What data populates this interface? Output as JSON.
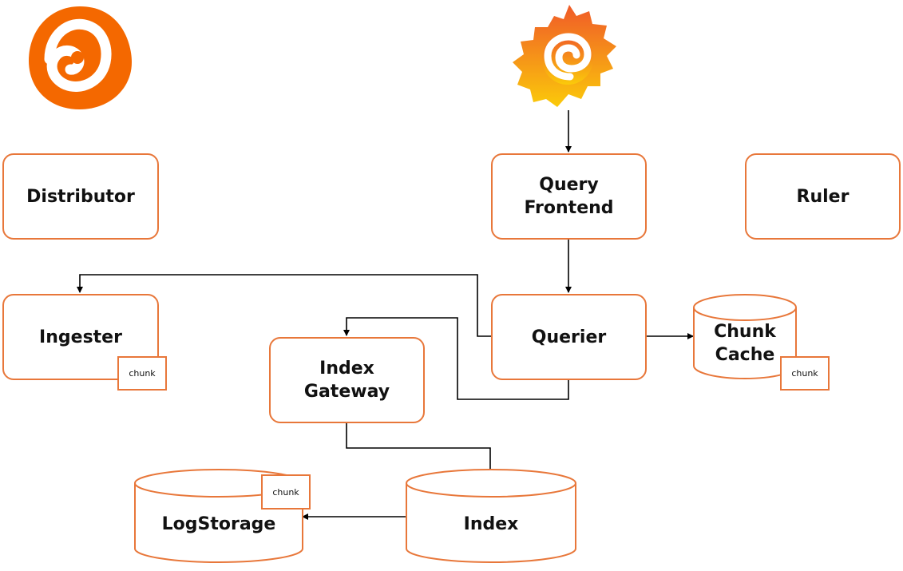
{
  "nodes": {
    "distributor": "Distributor",
    "query_frontend": "Query\nFrontend",
    "ruler": "Ruler",
    "ingester": "Ingester",
    "querier": "Querier",
    "chunk_cache": "Chunk\nCache",
    "index_gateway": "Index\nGateway",
    "log_storage": "LogStorage",
    "index": "Index"
  },
  "chunk_label": "chunk",
  "logos": {
    "loki": "loki-logo",
    "grafana": "grafana-logo"
  },
  "colors": {
    "border": "#e8773a",
    "loki_orange": "#f46800",
    "grafana_top": "#f05a28",
    "grafana_bottom": "#fbca0a",
    "text": "#111111",
    "edge": "#000000"
  }
}
